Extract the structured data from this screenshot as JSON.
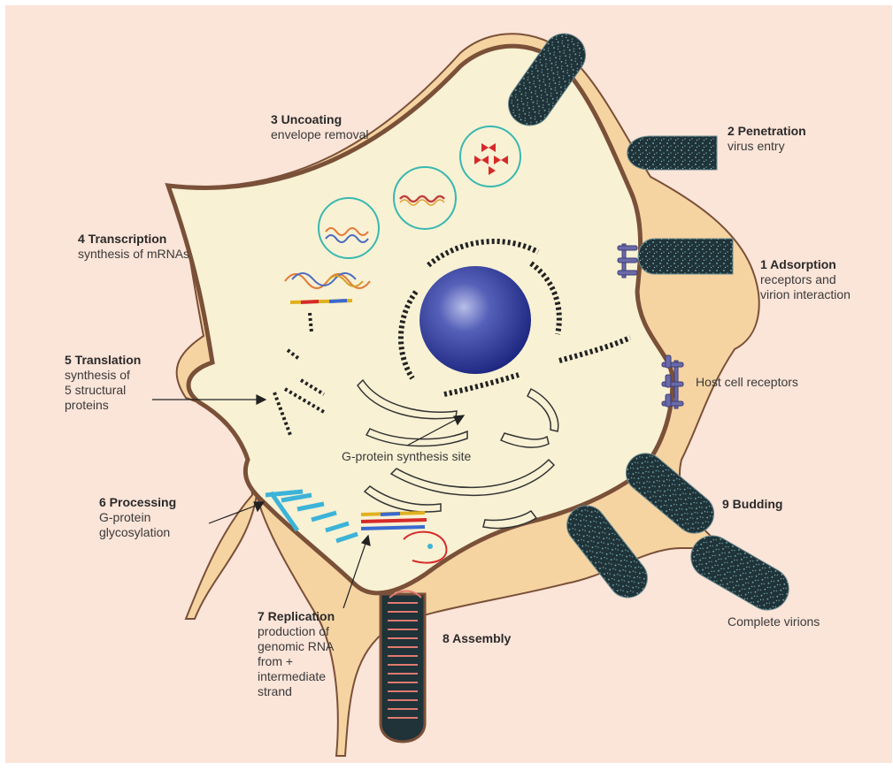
{
  "colors": {
    "background": "#fbe4d8",
    "cell_fill": "#f8f1d4",
    "cell_outline": "#7a5038",
    "membrane_fill": "#f5d4a2",
    "nucleus": "#2c3a96",
    "virion": "#1f3338",
    "receptor": "#6a6aa8",
    "vesicle": "#39b8b0",
    "glyco": "#3cb3d8"
  },
  "steps": {
    "adsorption": {
      "title": "1 Adsorption",
      "desc_1": "receptors and",
      "desc_2": "virion interaction"
    },
    "penetration": {
      "title": "2 Penetration",
      "desc_1": "virus entry"
    },
    "uncoating": {
      "title": "3 Uncoating",
      "desc_1": "envelope removal"
    },
    "transcription": {
      "title": "4 Transcription",
      "desc_1": "synthesis of mRNAs"
    },
    "translation": {
      "title": "5 Translation",
      "desc_1": "synthesis of",
      "desc_2": "5 structural",
      "desc_3": "proteins"
    },
    "processing": {
      "title": "6 Processing",
      "desc_1": "G-protein",
      "desc_2": "glycosylation"
    },
    "replication": {
      "title": "7 Replication",
      "desc_1": "production of",
      "desc_2": "genomic RNA",
      "desc_3": "from +",
      "desc_4": "intermediate",
      "desc_5": "strand"
    },
    "assembly": {
      "title": "8 Assembly"
    },
    "budding": {
      "title": "9 Budding"
    }
  },
  "labels": {
    "host_receptors": "Host cell receptors",
    "g_protein_site": "G-protein synthesis site",
    "complete_virions": "Complete virions"
  }
}
